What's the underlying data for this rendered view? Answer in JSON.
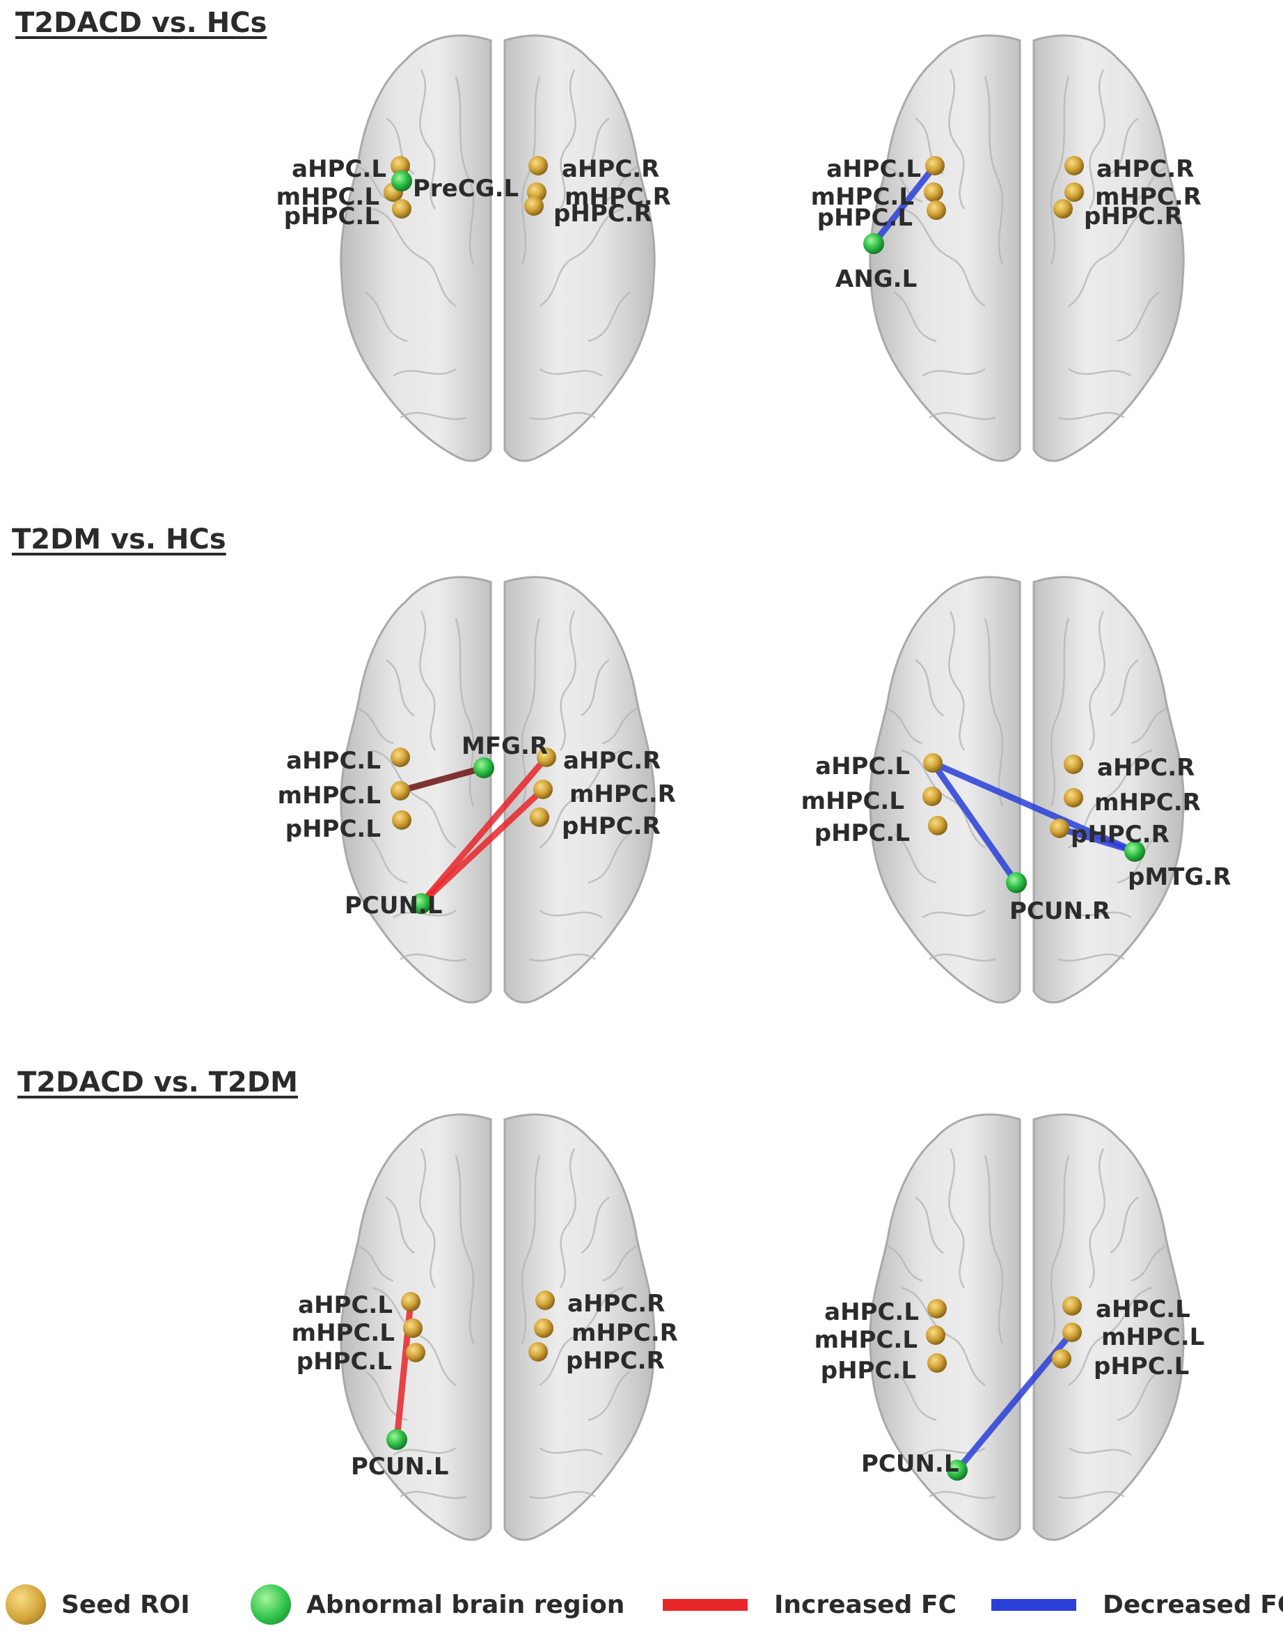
{
  "colors": {
    "seed": "#d4a53a",
    "abnormal": "#2fc34a",
    "increased": "#e8262a",
    "decreased": "#2a3fd8",
    "dark_increased": "#6e1414",
    "text": "#2b2b2b"
  },
  "sections": [
    {
      "title": "T2DACD vs. HCs",
      "panels": [
        {
          "nodes": [
            {
              "id": "aHPC.L",
              "label": "aHPC.L",
              "kind": "seed"
            },
            {
              "id": "mHPC.L",
              "label": "mHPC.L",
              "kind": "seed"
            },
            {
              "id": "pHPC.L",
              "label": "pHPC.L",
              "kind": "seed"
            },
            {
              "id": "aHPC.R",
              "label": "aHPC.R",
              "kind": "seed"
            },
            {
              "id": "mHPC.R",
              "label": "mHPC.R",
              "kind": "seed"
            },
            {
              "id": "pHPC.R",
              "label": "pHPC.R",
              "kind": "seed"
            },
            {
              "id": "PreCG.L",
              "label": "PreCG.L",
              "kind": "abnormal"
            }
          ],
          "edges": [
            {
              "from": "aHPC.L",
              "to": "PreCG.L",
              "type": "increased"
            }
          ]
        },
        {
          "nodes": [
            {
              "id": "aHPC.L",
              "label": "aHPC.L",
              "kind": "seed"
            },
            {
              "id": "mHPC.L",
              "label": "mHPC.L",
              "kind": "seed"
            },
            {
              "id": "pHPC.L",
              "label": "pHPC.L",
              "kind": "seed"
            },
            {
              "id": "aHPC.R",
              "label": "aHPC.R",
              "kind": "seed"
            },
            {
              "id": "mHPC.R",
              "label": "mHPC.R",
              "kind": "seed"
            },
            {
              "id": "pHPC.R",
              "label": "pHPC.R",
              "kind": "seed"
            },
            {
              "id": "ANG.L",
              "label": "ANG.L",
              "kind": "abnormal"
            }
          ],
          "edges": [
            {
              "from": "aHPC.L",
              "to": "ANG.L",
              "type": "decreased"
            }
          ]
        }
      ]
    },
    {
      "title": "T2DM vs. HCs",
      "panels": [
        {
          "nodes": [
            {
              "id": "aHPC.L",
              "label": "aHPC.L",
              "kind": "seed"
            },
            {
              "id": "mHPC.L",
              "label": "mHPC.L",
              "kind": "seed"
            },
            {
              "id": "pHPC.L",
              "label": "pHPC.L",
              "kind": "seed"
            },
            {
              "id": "aHPC.R",
              "label": "aHPC.R",
              "kind": "seed"
            },
            {
              "id": "mHPC.R",
              "label": "mHPC.R",
              "kind": "seed"
            },
            {
              "id": "pHPC.R",
              "label": "pHPC.R",
              "kind": "seed"
            },
            {
              "id": "MFG.R",
              "label": "MFG.R",
              "kind": "abnormal"
            },
            {
              "id": "PCUN.L",
              "label": "PCUN.L",
              "kind": "abnormal"
            }
          ],
          "edges": [
            {
              "from": "mHPC.L",
              "to": "MFG.R",
              "type": "increased-dark"
            },
            {
              "from": "aHPC.R",
              "to": "PCUN.L",
              "type": "increased"
            },
            {
              "from": "mHPC.R",
              "to": "PCUN.L",
              "type": "increased"
            }
          ]
        },
        {
          "nodes": [
            {
              "id": "aHPC.L",
              "label": "aHPC.L",
              "kind": "seed"
            },
            {
              "id": "mHPC.L",
              "label": "mHPC.L",
              "kind": "seed"
            },
            {
              "id": "pHPC.L",
              "label": "pHPC.L",
              "kind": "seed"
            },
            {
              "id": "aHPC.R",
              "label": "aHPC.R",
              "kind": "seed"
            },
            {
              "id": "mHPC.R",
              "label": "mHPC.R",
              "kind": "seed"
            },
            {
              "id": "pHPC.R",
              "label": "pHPC.R",
              "kind": "seed"
            },
            {
              "id": "PCUN.R",
              "label": "PCUN.R",
              "kind": "abnormal"
            },
            {
              "id": "pMTG.R",
              "label": "pMTG.R",
              "kind": "abnormal"
            }
          ],
          "edges": [
            {
              "from": "aHPC.L",
              "to": "PCUN.R",
              "type": "decreased"
            },
            {
              "from": "aHPC.L",
              "to": "pMTG.R",
              "type": "decreased"
            },
            {
              "from": "pHPC.R",
              "to": "pMTG.R",
              "type": "decreased"
            }
          ]
        }
      ]
    },
    {
      "title": "T2DACD vs. T2DM",
      "panels": [
        {
          "nodes": [
            {
              "id": "aHPC.L",
              "label": "aHPC.L",
              "kind": "seed"
            },
            {
              "id": "mHPC.L",
              "label": "mHPC.L",
              "kind": "seed"
            },
            {
              "id": "pHPC.L",
              "label": "pHPC.L",
              "kind": "seed"
            },
            {
              "id": "aHPC.R",
              "label": "aHPC.R",
              "kind": "seed"
            },
            {
              "id": "mHPC.R",
              "label": "mHPC.R",
              "kind": "seed"
            },
            {
              "id": "pHPC.R",
              "label": "pHPC.R",
              "kind": "seed"
            },
            {
              "id": "PCUN.L",
              "label": "PCUN.L",
              "kind": "abnormal"
            }
          ],
          "edges": [
            {
              "from": "aHPC.L",
              "to": "PCUN.L",
              "type": "increased"
            }
          ]
        },
        {
          "nodes": [
            {
              "id": "aHPC.L.left",
              "label": "aHPC.L",
              "kind": "seed"
            },
            {
              "id": "mHPC.L.left",
              "label": "mHPC.L",
              "kind": "seed"
            },
            {
              "id": "pHPC.L.left",
              "label": "pHPC.L",
              "kind": "seed"
            },
            {
              "id": "aHPC.L.right",
              "label": "aHPC.L",
              "kind": "seed"
            },
            {
              "id": "mHPC.L.right",
              "label": "mHPC.L",
              "kind": "seed"
            },
            {
              "id": "pHPC.L.right",
              "label": "pHPC.L",
              "kind": "seed"
            },
            {
              "id": "PCUN.L",
              "label": "PCUN.L",
              "kind": "abnormal"
            }
          ],
          "edges": [
            {
              "from": "mHPC.L.right",
              "to": "PCUN.L",
              "type": "decreased"
            }
          ]
        }
      ]
    }
  ],
  "legend": [
    {
      "key": "seed",
      "label": "Seed ROI"
    },
    {
      "key": "abnormal",
      "label": "Abnormal brain region"
    },
    {
      "key": "increased",
      "label": "Increased FC"
    },
    {
      "key": "decreased",
      "label": "Decreased FC"
    }
  ]
}
